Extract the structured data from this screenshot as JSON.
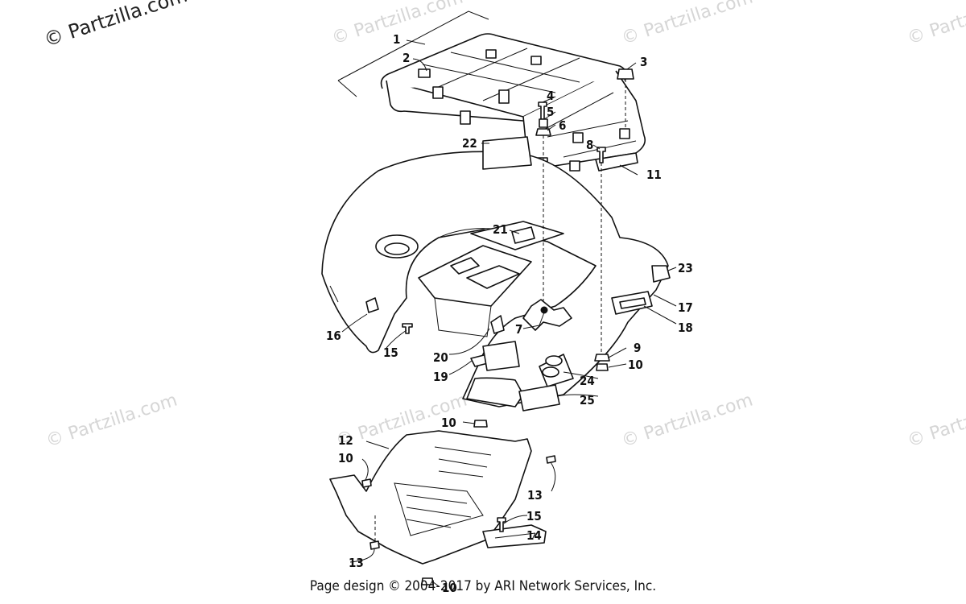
{
  "watermark": {
    "main": "© Partzilla.com",
    "ghost": "© Partzilla.com"
  },
  "footer": "Page design © 2004-2017 by ARI Network Services, Inc.",
  "callouts": {
    "c1": "1",
    "c2": "2",
    "c3": "3",
    "c4": "4",
    "c5": "5",
    "c6": "6",
    "c7": "7",
    "c8": "8",
    "c9": "9",
    "c10a": "10",
    "c10b": "10",
    "c10c": "10",
    "c10d": "10",
    "c11": "11",
    "c12": "12",
    "c13a": "13",
    "c13b": "13",
    "c14": "14",
    "c15a": "15",
    "c15b": "15",
    "c16": "16",
    "c17": "17",
    "c18": "18",
    "c19": "19",
    "c20": "20",
    "c21": "21",
    "c22": "22",
    "c23": "23",
    "c24": "24",
    "c25": "25"
  }
}
